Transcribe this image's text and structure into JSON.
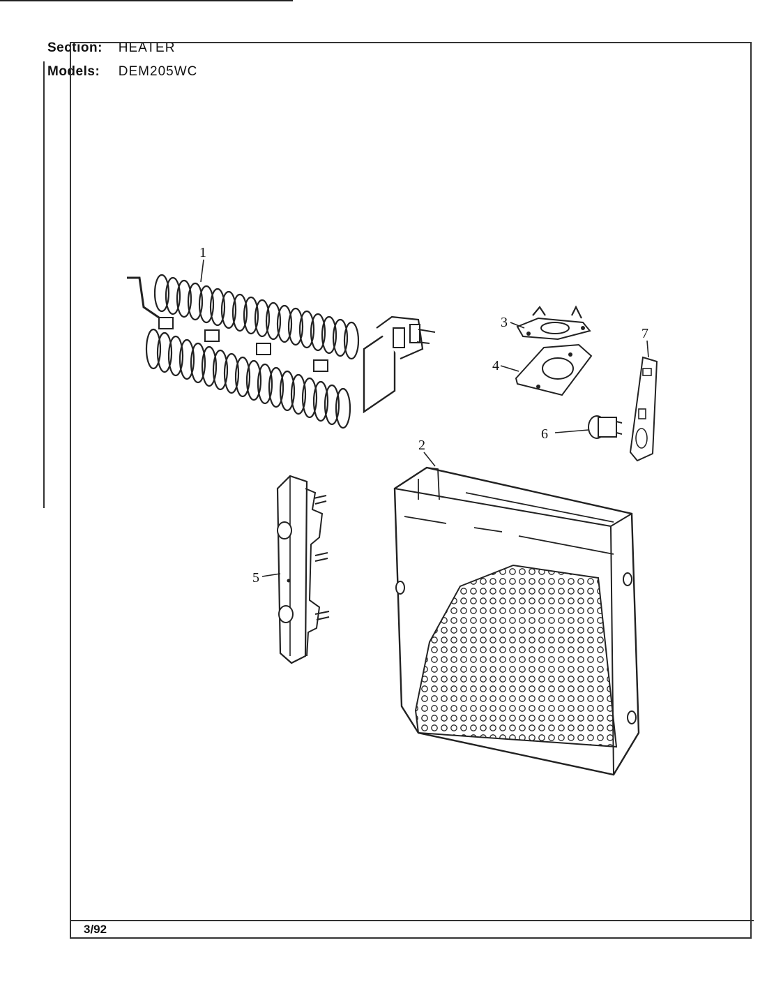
{
  "header": {
    "section_label": "Section:",
    "section_value": "HEATER",
    "models_label": "Models:",
    "models_value": "DEM205WC"
  },
  "footer": {
    "date": "3/92"
  },
  "callouts": {
    "c1": "1",
    "c2": "2",
    "c3": "3",
    "c4": "4",
    "c5": "5",
    "c6": "6",
    "c7": "7"
  }
}
